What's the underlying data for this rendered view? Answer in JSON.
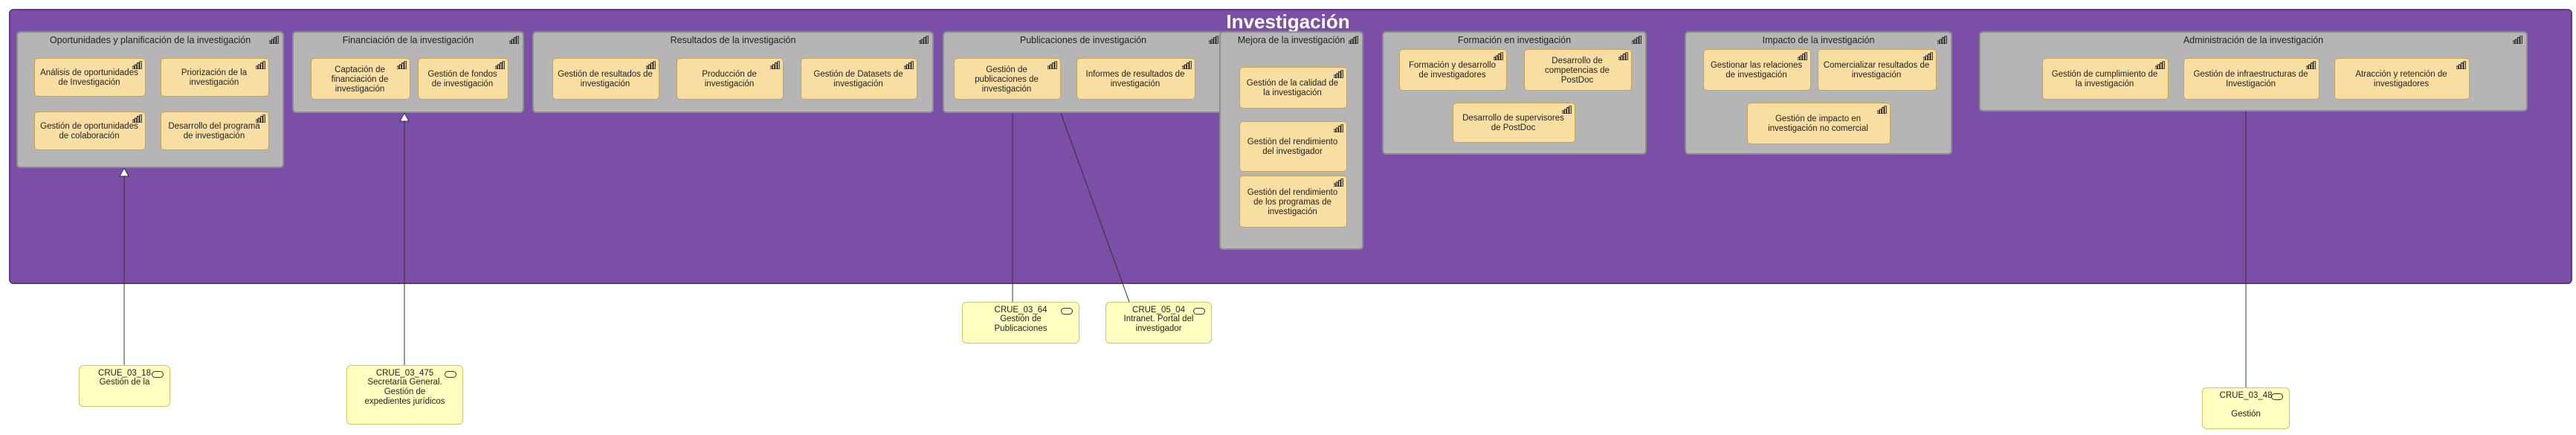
{
  "title": "Investigación",
  "groups": [
    {
      "title": "Oportunidades y planificación de la investigación",
      "items": [
        "Análisis de oportunidades de Investigación",
        "Priorización de la investigación",
        "Gestión de oportunidades de colaboración",
        "Desarrollo del programa de investigación"
      ]
    },
    {
      "title": "Financiación de la investigación",
      "items": [
        "Captación de financiación de investigación",
        "Gestión de fondos de investigación"
      ]
    },
    {
      "title": "Resultados de la investigación",
      "items": [
        "Gestión de resultados de investigación",
        "Producción de investigación",
        "Gestión de Datasets de investigación"
      ]
    },
    {
      "title": "Publicaciones de investigación",
      "items": [
        "Gestión de publicaciones de investigación",
        "Informes de resultados de investigación"
      ]
    },
    {
      "title": "Mejora de la investigación",
      "items": [
        "Gestión de la calidad de la investigación",
        "Gestión del rendimiento del investigador",
        "Gestión del rendimiento de los programas de investigación"
      ]
    },
    {
      "title": "Formación en investigación",
      "items": [
        "Formación y desarrollo de investigadores",
        "Desarrollo de competencias de PostDoc",
        "Desarrollo de supervisores de PostDoc"
      ]
    },
    {
      "title": "Impacto de la investigación",
      "items": [
        "Gestionar las relaciones de investigación",
        "Comercializar resultados de investigación",
        "Gestión de impacto en investigación no comercial"
      ]
    },
    {
      "title": "Administración de la investigación",
      "items": [
        "Gestión de cumplimiento de la investigación",
        "Gestión de infraestructuras de Investigación",
        "Atracción y retención de investigadores"
      ]
    }
  ],
  "applications": [
    {
      "code": "CRUE_03_18",
      "lines": [
        "Gestión de la"
      ]
    },
    {
      "code": "CRUE_03_475",
      "lines": [
        "Secretaría General.",
        "Gestión de",
        "expedientes jurídicos"
      ]
    },
    {
      "code": "CRUE_03_64",
      "lines": [
        "Gestión de",
        "Publicaciones"
      ]
    },
    {
      "code": "CRUE_05_04",
      "lines": [
        "Intranet. Portal del",
        "investigador"
      ]
    },
    {
      "code": "CRUE_03_48",
      "lines": [
        "",
        "Gestión"
      ]
    }
  ],
  "icons": {
    "capability": "capability-stairs-icon",
    "application": "application-service-icon"
  },
  "colors": {
    "background": "#7b4ea8",
    "group": "#b5b5b5",
    "capability": "#f9dea2",
    "application": "#ffffc0"
  }
}
